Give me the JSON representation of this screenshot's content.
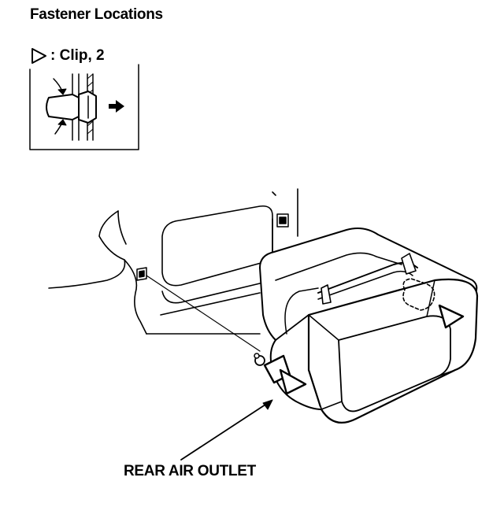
{
  "title": "Fastener Locations",
  "legend": {
    "symbol": "triangle-outline-icon",
    "label": ": Clip, 2"
  },
  "callout": {
    "label": "REAR AIR OUTLET"
  },
  "colors": {
    "ink": "#000000",
    "paper": "#ffffff"
  }
}
